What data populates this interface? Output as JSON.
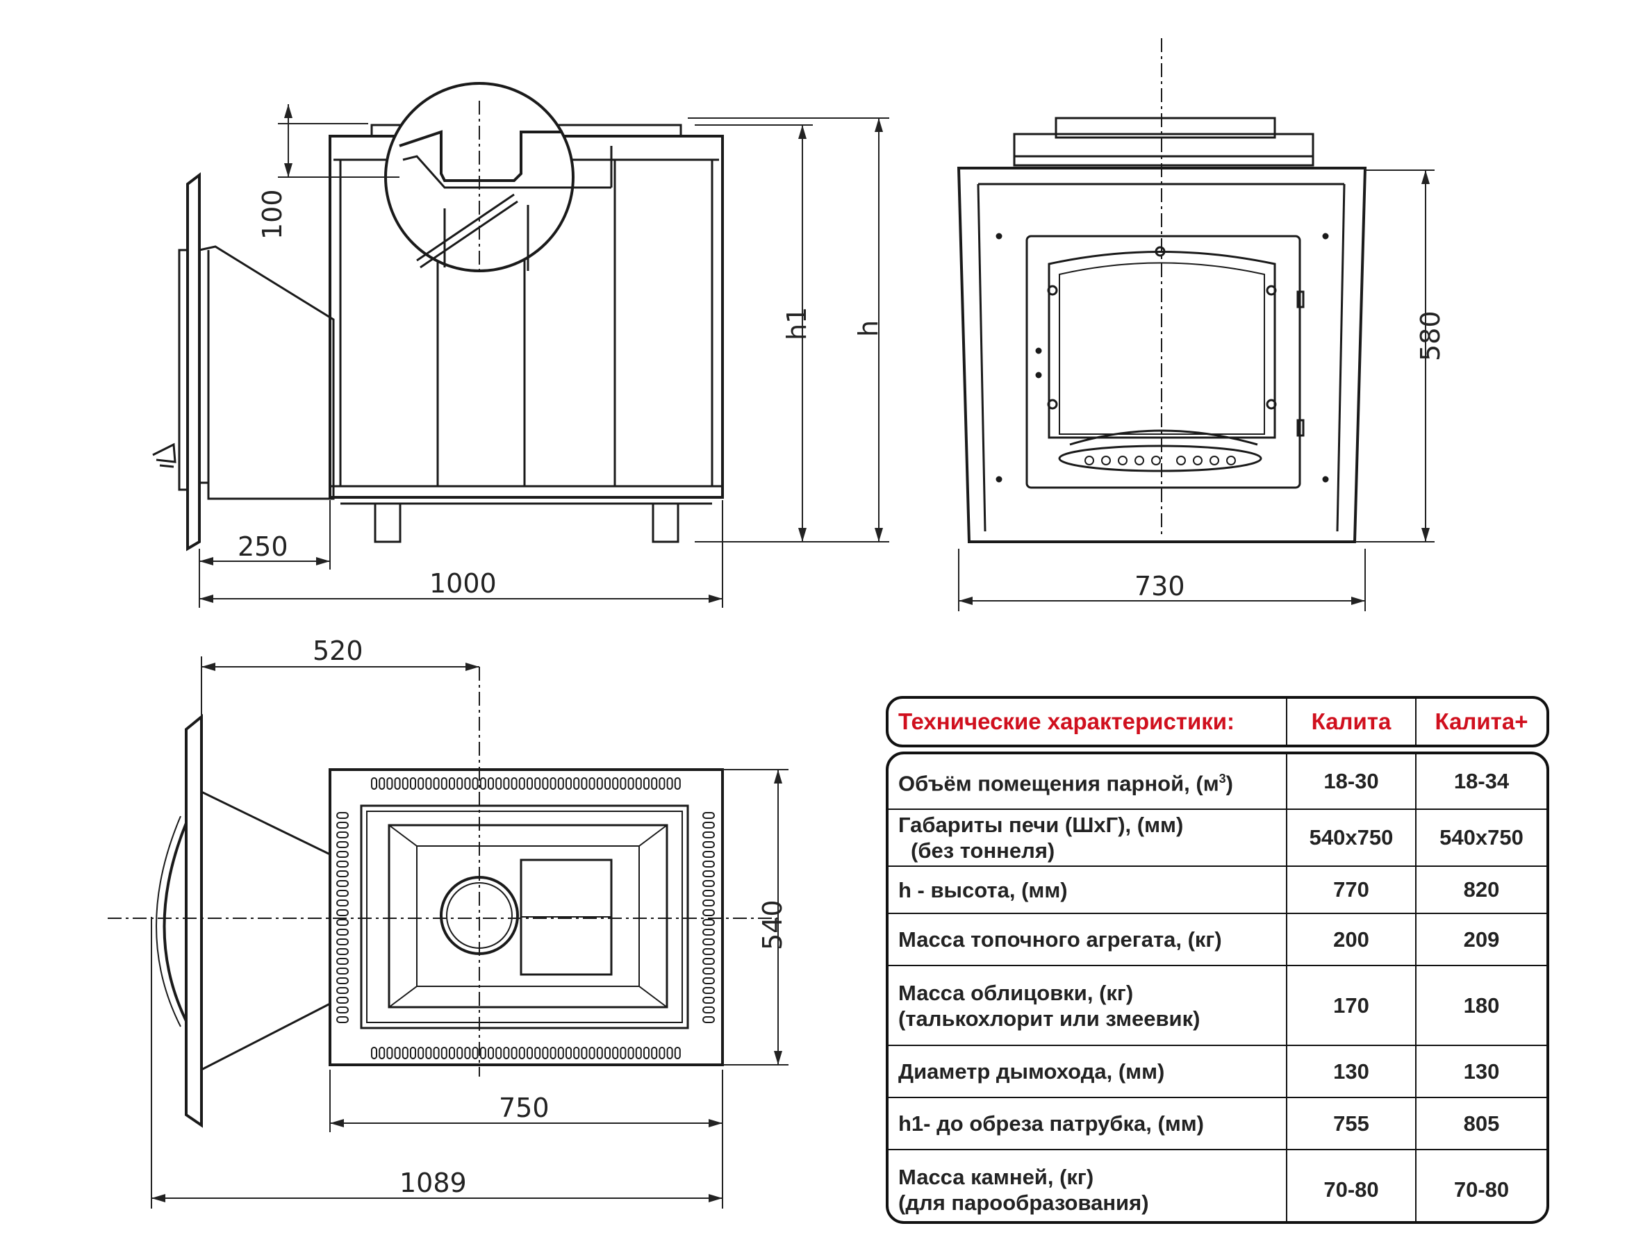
{
  "dimensions": {
    "side_100": "100",
    "side_h1": "h1",
    "side_h": "h",
    "side_250": "250",
    "side_1000": "1000",
    "front_580": "580",
    "front_730": "730",
    "top_520": "520",
    "top_540": "540",
    "top_750": "750",
    "top_1089": "1089"
  },
  "table": {
    "header": {
      "title": "Технические характеристики:",
      "col1": "Калита",
      "col2": "Калита+"
    },
    "rows": [
      {
        "label": "Объём помещения парной, (м",
        "sup": "3",
        "label_end": ")",
        "sub": "",
        "v1": "18-30",
        "v2": "18-34"
      },
      {
        "label": "Габариты печи (ШхГ), (мм)",
        "sub": "(без тоннеля)",
        "v1": "540х750",
        "v2": "540х750"
      },
      {
        "label": "h - высота, (мм)",
        "sub": "",
        "v1": "770",
        "v2": "820"
      },
      {
        "label": "Масса топочного агрегата, (кг)",
        "sub": "",
        "v1": "200",
        "v2": "209"
      },
      {
        "label": "Масса облицовки, (кг)",
        "sub": "(талькохлорит или змеевик)",
        "v1": "170",
        "v2": "180"
      },
      {
        "label": "Диаметр дымохода, (мм)",
        "sub": "",
        "v1": "130",
        "v2": "130"
      },
      {
        "label": "h1- до обреза патрубка, (мм)",
        "sub": "",
        "v1": "755",
        "v2": "805"
      },
      {
        "label": "Масса камней, (кг)",
        "sub": "(для парообразования)",
        "v1": "70-80",
        "v2": "70-80"
      }
    ]
  },
  "colors": {
    "line": "#1a1a1a",
    "header_text": "#d0101e"
  }
}
